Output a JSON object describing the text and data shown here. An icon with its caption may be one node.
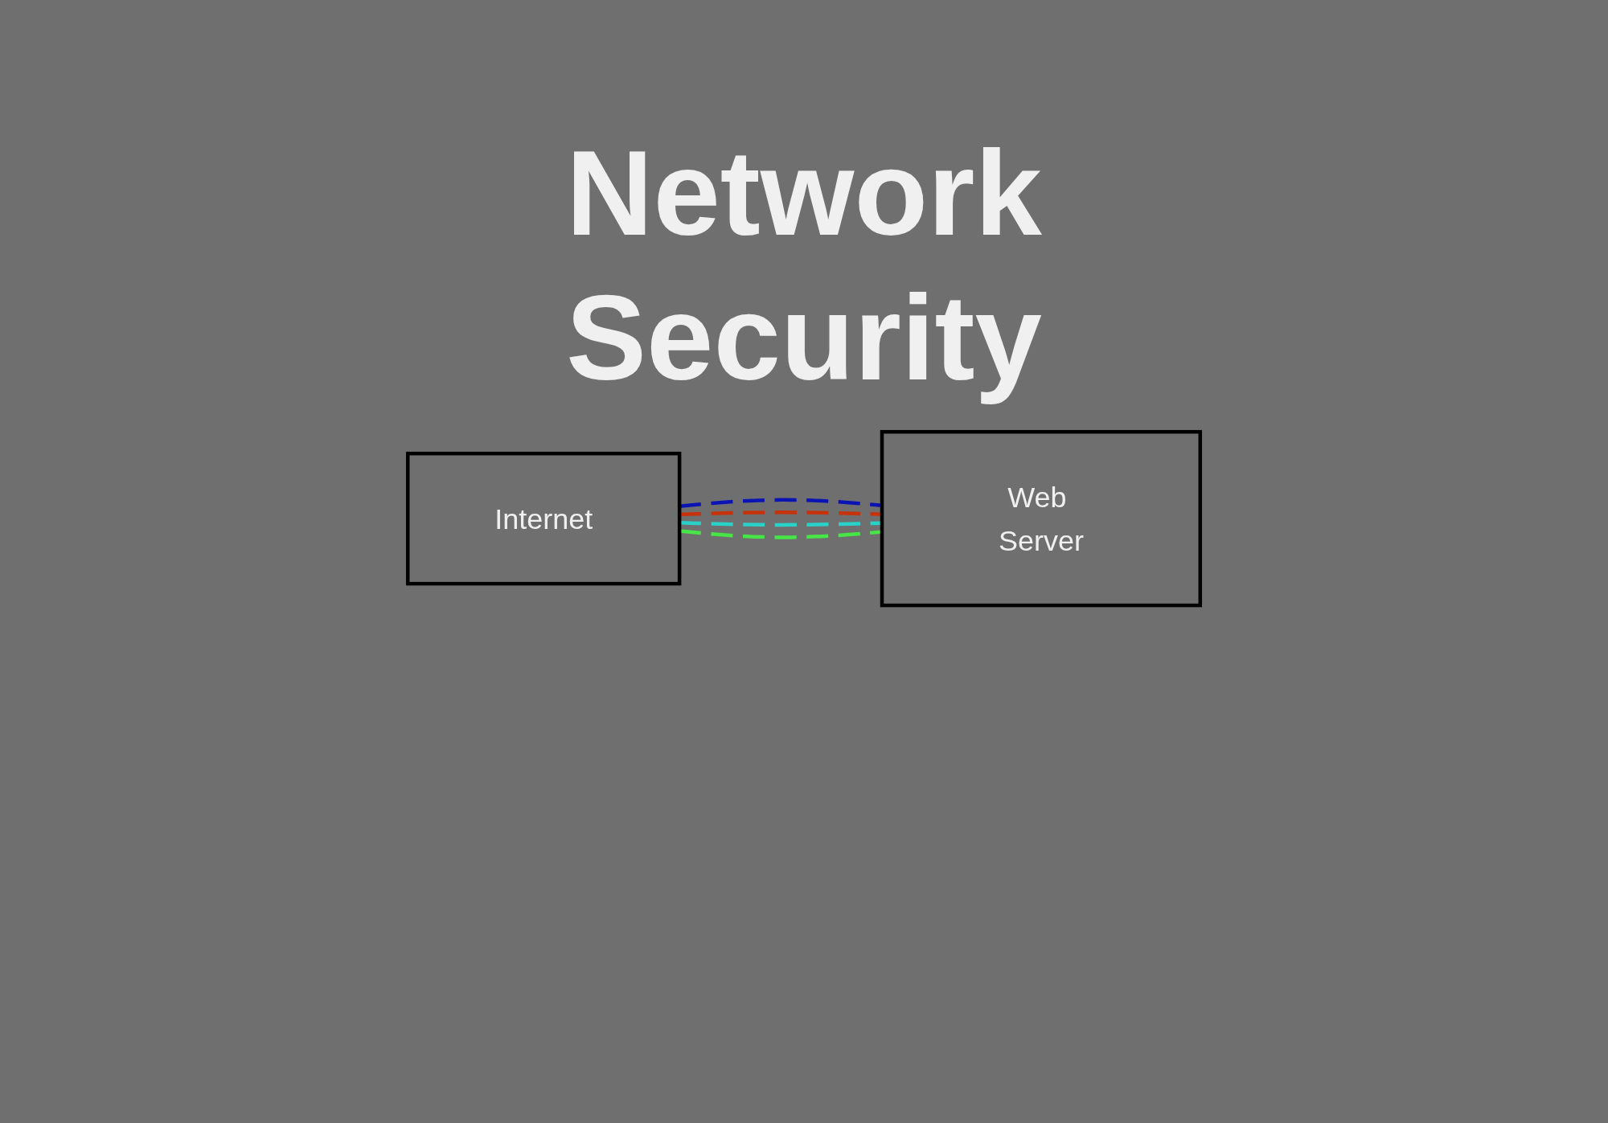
{
  "diagram": {
    "title": "Network Security",
    "nodes": [
      {
        "text": [
          "Internet"
        ]
      },
      {
        "text": [
          "Web Server"
        ]
      }
    ],
    "edges": [
      {
        "from": 0,
        "to": 1,
        "arrow": "none",
        "style": "dashed",
        "color": "#0a14b4"
      },
      {
        "from": 0,
        "to": 1,
        "arrow": "none",
        "style": "dashed",
        "color": "#c8320a"
      },
      {
        "from": 0,
        "to": 1,
        "arrow": "none",
        "style": "dashed",
        "color": "#28d2c8"
      },
      {
        "from": 0,
        "to": 1,
        "arrow": "none",
        "style": "dashed",
        "color": "#46e646"
      }
    ]
  }
}
